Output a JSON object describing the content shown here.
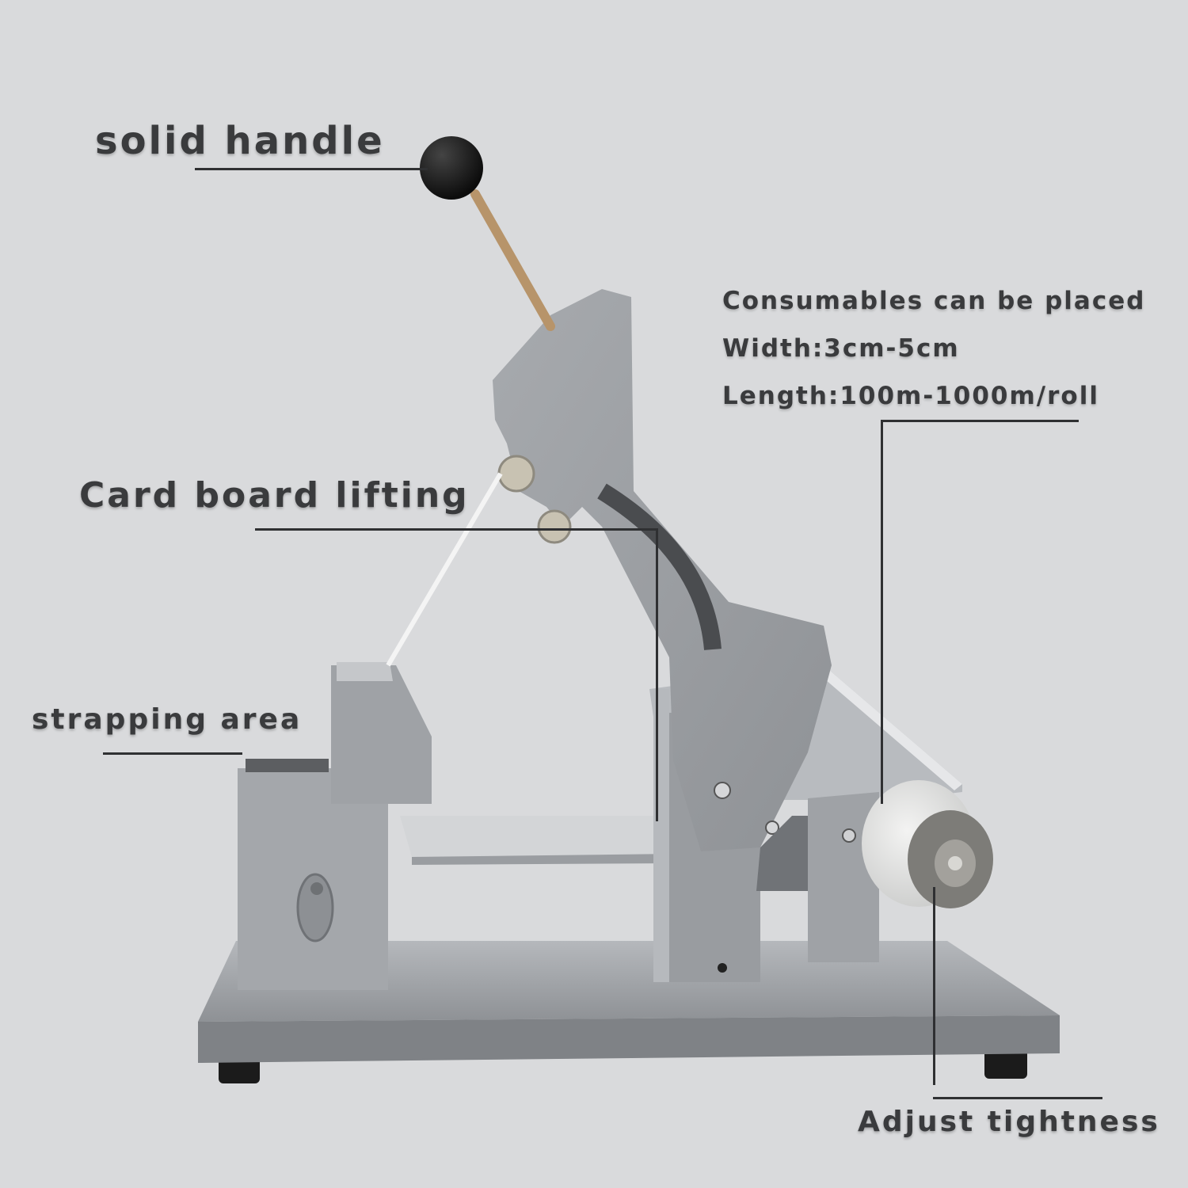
{
  "callouts": {
    "solid_handle": "solid handle",
    "card_board_lifting": "Card board lifting",
    "strapping_area": "strapping area",
    "adjust_tightness": "Adjust tightness"
  },
  "specs": {
    "consumables": "Consumables can be placed",
    "width": "Width:3cm-5cm",
    "length": "Length:100m-1000m/roll"
  },
  "colors": {
    "background": "#d9dadc",
    "machine_body": "#9c9fa3",
    "base_plate": "#a9acb0",
    "knob": "#111111",
    "text": "#3a3b3d"
  }
}
